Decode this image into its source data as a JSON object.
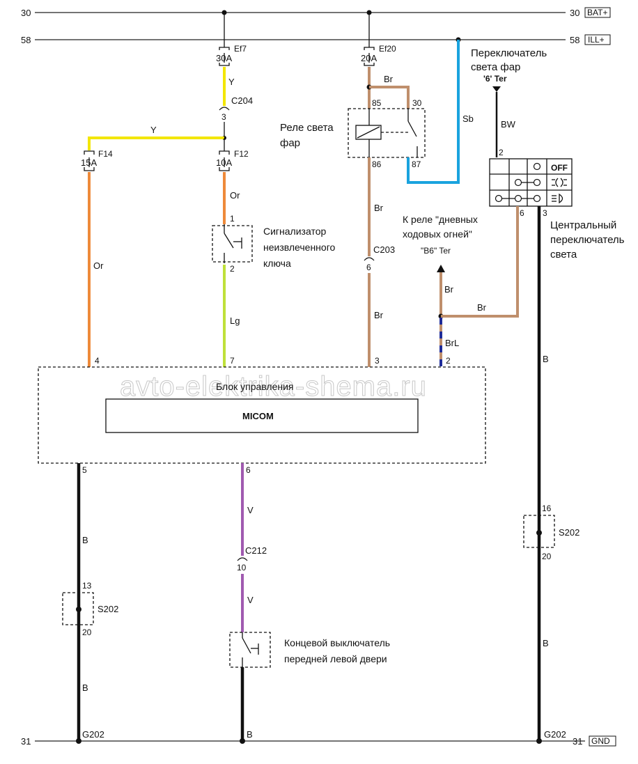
{
  "title": "",
  "rails": {
    "top30_left": "30",
    "top30_right": "30",
    "top30_tag": "BAT+",
    "r58_left": "58",
    "r58_right": "58",
    "r58_tag": "ILL+",
    "bot31_left": "31",
    "bot31_right": "31",
    "bot31_tag": "GND"
  },
  "fuses": {
    "ef7_name": "Ef7",
    "ef7_rating": "30A",
    "ef20_name": "Ef20",
    "ef20_rating": "20A",
    "f14_name": "F14",
    "f14_rating": "15A",
    "f12_name": "F12",
    "f12_rating": "10A"
  },
  "connectors": {
    "c204": "C204",
    "c204_pin": "3",
    "c203": "C203",
    "c203_pin": "6",
    "c212": "C212",
    "c212_pin": "10"
  },
  "wires": {
    "y_top": "Y",
    "y_branch": "Y",
    "or_left": "Or",
    "or_f12": "Or",
    "lg": "Lg",
    "br_relay_top": "Br",
    "br_mid": "Br",
    "br_low": "Br",
    "sb": "Sb",
    "bw": "BW",
    "br_drl_up": "Br",
    "br_drl_h": "Br",
    "brl": "BrL",
    "b_left_1": "B",
    "b_left_2": "B",
    "b_bottom": "B",
    "v_1": "V",
    "v_2": "V",
    "b_right_1": "B",
    "b_right_2": "B"
  },
  "relay": {
    "label_line1": "Реле света",
    "label_line2": "фар",
    "p85": "85",
    "p30": "30",
    "p86": "86",
    "p87": "87"
  },
  "headlight_switch": {
    "line1": "Переключатель",
    "line2": "света фар",
    "term": "'6' Ter",
    "pin": "2"
  },
  "drl": {
    "line1": "К реле \"дневных",
    "line2": "ходовых огней\"",
    "term": "\"B6\" Ter"
  },
  "central_switch": {
    "line1": "Центральный",
    "line2": "переключатель",
    "line3": "света",
    "off_label": "OFF",
    "pin6": "6",
    "pin3": "3"
  },
  "key_reminder": {
    "line1": "Сигнализатор",
    "line2": "неизвлеченного",
    "line3": "ключа",
    "pin1": "1",
    "pin2": "2"
  },
  "control_unit": {
    "label": "Блок управления",
    "micom": "MICOM",
    "pin4": "4",
    "pin7": "7",
    "pin3": "3",
    "pin2": "2",
    "pin5": "5",
    "pin6": "6"
  },
  "splices": {
    "s202_left": "S202",
    "s202_left_top": "13",
    "s202_left_bot": "20",
    "s202_right": "S202",
    "s202_right_top": "16",
    "s202_right_bot": "20"
  },
  "ground": {
    "left": "G202",
    "right": "G202"
  },
  "door_switch": {
    "line1": "Концевой выключатель",
    "line2": "передней левой двери"
  },
  "watermark": "avto-elektrika-shema.ru"
}
